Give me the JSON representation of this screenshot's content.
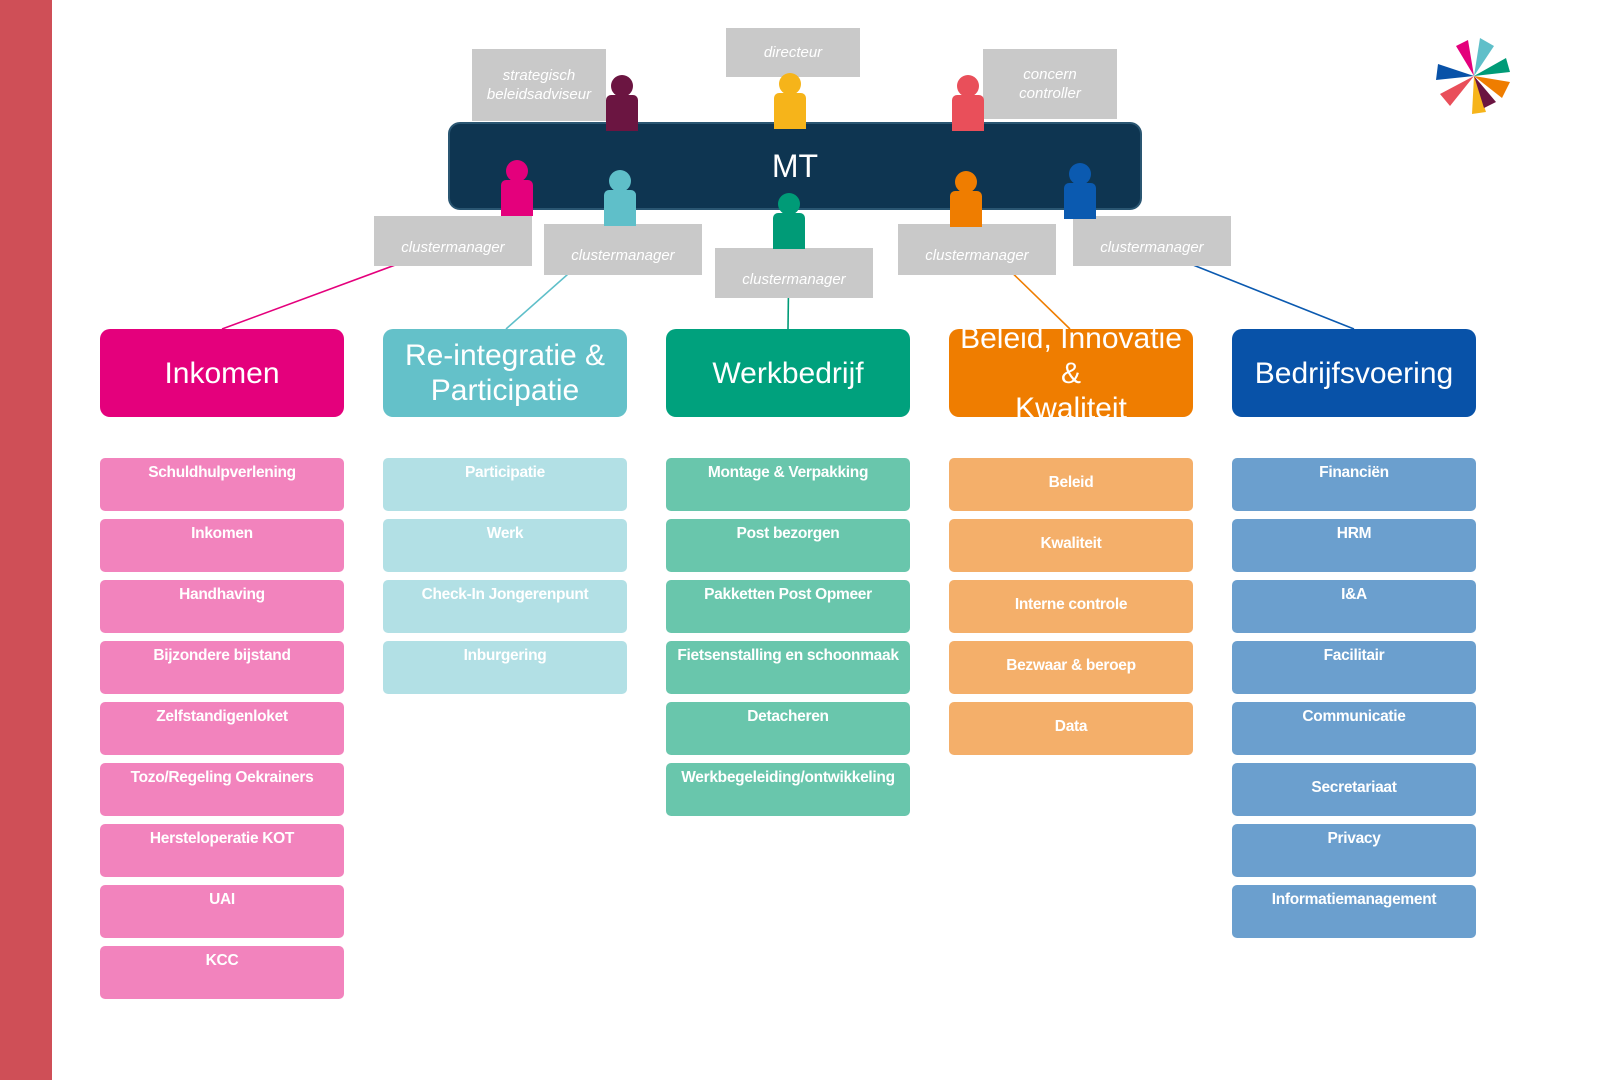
{
  "colors": {
    "left_bar": "#cf4f57",
    "mt": "#0e3551",
    "tag": "#c9c9c9"
  },
  "mt": {
    "label": "MT"
  },
  "top_roles": [
    {
      "label": "strategisch\nbeleidsadviseur",
      "color": "#6b1541"
    },
    {
      "label": "directeur",
      "color": "#f6b41a"
    },
    {
      "label": "concern\ncontroller",
      "color": "#e94f5a"
    }
  ],
  "clusters": [
    {
      "manager_label": "clustermanager",
      "person_color": "#e4007c",
      "title": "Inkomen",
      "head_color": "#e4007c",
      "item_color": "#f283bd",
      "items": [
        "Schuldhulpverlening",
        "Inkomen",
        "Handhaving",
        "Bijzondere bijstand",
        "Zelfstandigenloket",
        "Tozo/Regeling Oekrainers",
        "Hersteloperatie KOT",
        "UAI",
        "KCC"
      ]
    },
    {
      "manager_label": "clustermanager",
      "person_color": "#5fbfc9",
      "title": "Re-integratie &\nParticipatie",
      "head_color": "#64c1c9",
      "item_color": "#b2e0e5",
      "items": [
        "Participatie",
        "Werk",
        "Check-In Jongerenpunt",
        "Inburgering"
      ]
    },
    {
      "manager_label": "clustermanager",
      "person_color": "#009b77",
      "title": "Werkbedrijf",
      "head_color": "#00a17d",
      "item_color": "#69c6ac",
      "items": [
        "Montage & Verpakking",
        "Post bezorgen",
        "Pakketten Post Opmeer",
        "Fietsenstalling en schoonmaak",
        "Detacheren",
        "Werkbegeleiding/ontwikkeling"
      ]
    },
    {
      "manager_label": "clustermanager",
      "person_color": "#ef7d00",
      "title": "Beleid, Innovatie &\nKwaliteit",
      "head_color": "#ef7d00",
      "item_color": "#f4af6a",
      "items": [
        "Beleid",
        "Kwaliteit",
        "Interne controle",
        "Bezwaar & beroep",
        "Data"
      ]
    },
    {
      "manager_label": "clustermanager",
      "person_color": "#0b5ab0",
      "title": "Bedrijfsvoering",
      "head_color": "#0852a8",
      "item_color": "#6b9fce",
      "items": [
        "Financiën",
        "HRM",
        "I&A",
        "Facilitair",
        "Communicatie",
        "Secretariaat",
        "Privacy",
        "Informatiemanagement"
      ]
    }
  ]
}
